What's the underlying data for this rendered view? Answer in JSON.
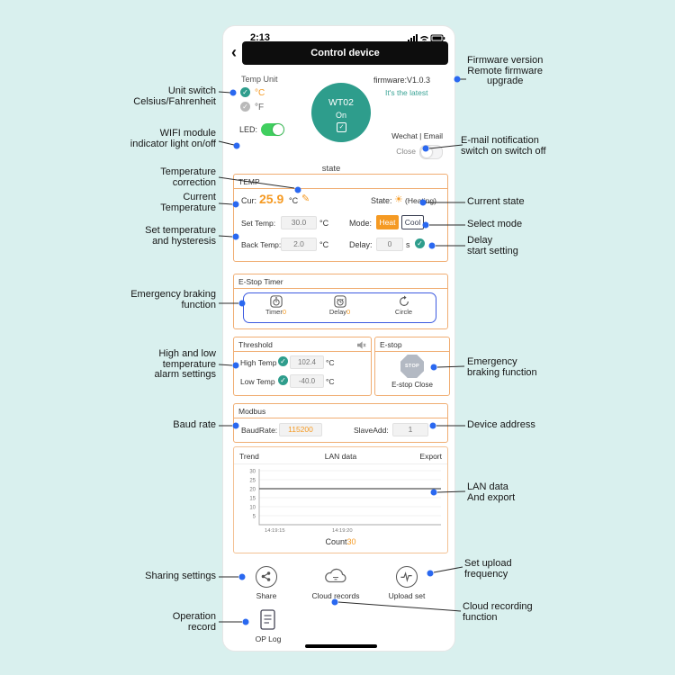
{
  "colors": {
    "accent_orange": "#f59a23",
    "teal": "#2e9d8c",
    "annotation_dot_blue": "#2a68f0",
    "estop_timer_border_blue": "#3d5be0",
    "toggle_green": "#40cf5f",
    "section_border": "#f0ad72",
    "background": "#d9f0ee"
  },
  "glyphs": {
    "check": "✓",
    "back": "‹",
    "pencil": "✎",
    "sun": "☀"
  },
  "status_bar": {
    "time": "2:13"
  },
  "header": {
    "title": "Control device"
  },
  "top_panel": {
    "temp_unit_label": "Temp Unit",
    "unit_c": "°C",
    "unit_f": "°F",
    "led_label": "LED:",
    "device_name": "WT02",
    "device_state": "On",
    "firmware": "firmware:V1.0.3",
    "firmware_status": "It's the latest",
    "notify_channels": "Wechat | Email",
    "notify_state": "Close",
    "state_caption": "state"
  },
  "temp_section": {
    "title": "TEMP",
    "cur_label": "Cur:",
    "cur_value": "25.9",
    "cur_unit": "°C",
    "state_label": "State:",
    "state_value": "(Heating)",
    "set_label": "Set Temp:",
    "set_value": "30.0",
    "set_unit": "°C",
    "mode_label": "Mode:",
    "heat": "Heat",
    "cool": "Cool",
    "back_label": "Back Temp:",
    "back_value": "2.0",
    "back_unit": "°C",
    "delay_label": "Delay:",
    "delay_value": "0",
    "delay_unit": "s"
  },
  "estop_timer": {
    "title": "E-Stop Timer",
    "items": [
      {
        "label": "Timer",
        "value": "0"
      },
      {
        "label": "Delay",
        "value": "0"
      },
      {
        "label": "Circle",
        "value": ""
      }
    ]
  },
  "threshold": {
    "title": "Threshold",
    "high_label": "High Temp",
    "high_value": "102.4",
    "high_unit": "°C",
    "low_label": "Low Temp",
    "low_value": "-40.0",
    "low_unit": "°C"
  },
  "estop": {
    "title": "E-stop",
    "sign": "STOP",
    "caption": "E-stop Close"
  },
  "modbus": {
    "title": "Modbus",
    "baud_label": "BaudRate:",
    "baud_value": "115200",
    "slave_label": "SlaveAdd:",
    "slave_value": "1"
  },
  "trend": {
    "tab_trend": "Trend",
    "tab_lan": "LAN data",
    "tab_export": "Export",
    "count_label": "Count",
    "count_value": "30"
  },
  "chart_data": {
    "type": "line",
    "x_ticks": [
      "14:19:15",
      "14:19:20"
    ],
    "y_ticks": [
      "30",
      "25",
      "20",
      "15",
      "10",
      "5"
    ],
    "ylim": [
      0,
      30
    ],
    "series": [
      {
        "name": "value",
        "values": [
          20,
          20
        ]
      }
    ],
    "count": 30,
    "grid": true,
    "legend": false
  },
  "footer": {
    "share": "Share",
    "cloud": "Cloud records",
    "upload": "Upload set",
    "oplog": "OP Log"
  },
  "annotations": {
    "left": [
      {
        "text": "Unit switch\nCelsius/Fahrenheit"
      },
      {
        "text": "WIFI module\nindicator light on/off"
      },
      {
        "text": "Temperature\ncorrection"
      },
      {
        "text": "Current\nTemperature"
      },
      {
        "text": "Set temperature\nand hysteresis"
      },
      {
        "text": "Emergency braking\nfunction"
      },
      {
        "text": "High and low\ntemperature\nalarm settings"
      },
      {
        "text": "Baud rate"
      },
      {
        "text": "Sharing settings"
      },
      {
        "text": "Operation\nrecord"
      }
    ],
    "right": [
      {
        "text": "Firmware version\nRemote firmware\nupgrade"
      },
      {
        "text": "E-mail notification\nswitch on switch off"
      },
      {
        "text": "Current state"
      },
      {
        "text": "Select mode"
      },
      {
        "text": "Delay\nstart setting"
      },
      {
        "text": "Emergency\nbraking function"
      },
      {
        "text": "Device address"
      },
      {
        "text": "LAN data\nAnd export"
      },
      {
        "text": "Set upload\nfrequency"
      },
      {
        "text": "Cloud recording\nfunction"
      }
    ]
  }
}
